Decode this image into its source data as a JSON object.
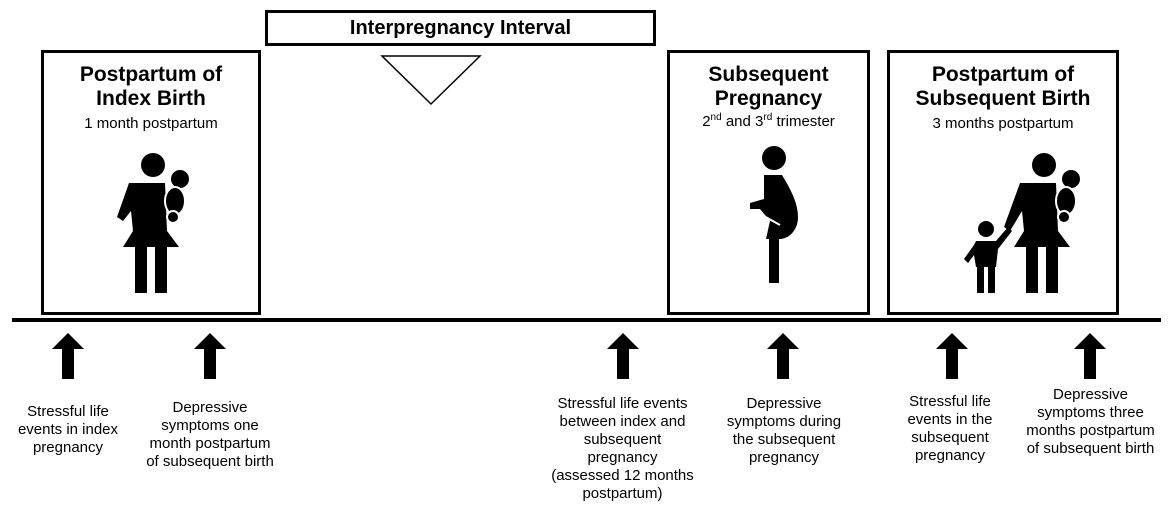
{
  "interval": {
    "label": "Interpregnancy Interval"
  },
  "boxes": [
    {
      "title": "Postpartum of\nIndex Birth",
      "subtitle": "1 month postpartum"
    },
    {
      "title": "Subsequent\nPregnancy",
      "sub_a": "2",
      "sub_a_sup": "nd",
      "sub_mid": " and 3",
      "sub_b_sup": "rd",
      "sub_end": " trimester"
    },
    {
      "title": "Postpartum of\nSubsequent Birth",
      "subtitle": "3 months postpartum"
    }
  ],
  "icons": [
    "mother-with-baby-icon",
    "pregnant-woman-icon",
    "mother-with-baby-and-child-icon",
    "down-triangle-icon",
    "up-arrow-icon"
  ],
  "measures": [
    "Stressful life\nevents in index\npregnancy",
    "Depressive\nsymptoms one\nmonth postpartum\nof subsequent birth",
    "Stressful life events\nbetween index and\nsubsequent\npregnancy\n(assessed 12 months\npostpartum)",
    "Depressive\nsymptoms during\nthe subsequent\npregnancy",
    "Stressful life\nevents in the\nsubsequent\npregnancy",
    "Depressive\nsymptoms three\nmonths postpartum\nof subsequent birth"
  ]
}
